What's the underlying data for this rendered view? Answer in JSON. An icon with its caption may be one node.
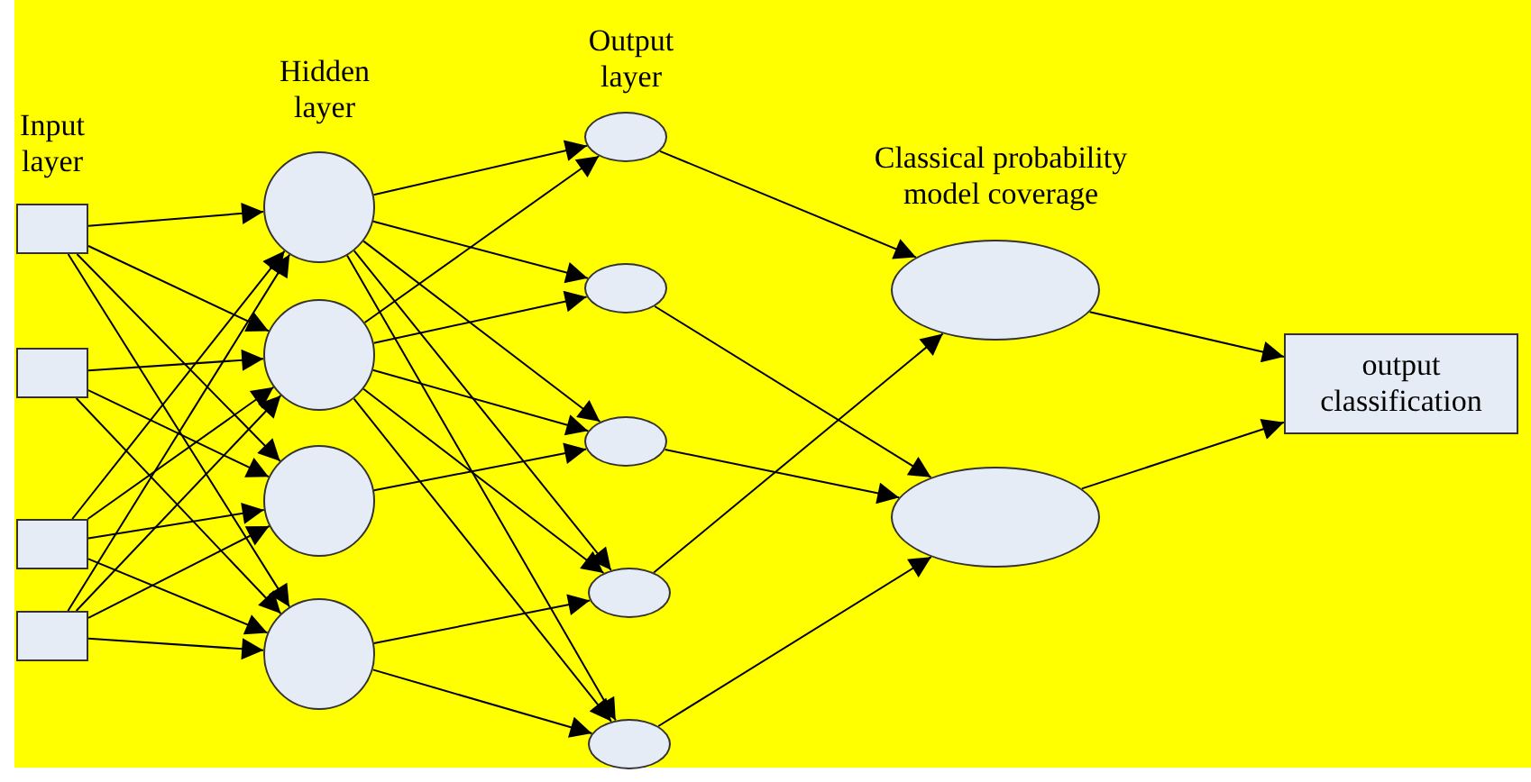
{
  "diagram": {
    "nodes": [
      {
        "text": [],
        "shape": "box"
      },
      {
        "text": [],
        "shape": "box"
      },
      {
        "text": [],
        "shape": "box"
      },
      {
        "text": [],
        "shape": "box"
      },
      {
        "text": [],
        "shape": "circle"
      },
      {
        "text": [],
        "shape": "circle"
      },
      {
        "text": [],
        "shape": "circle"
      },
      {
        "text": [],
        "shape": "circle"
      },
      {
        "text": [],
        "shape": "ellipse"
      },
      {
        "text": [],
        "shape": "ellipse"
      },
      {
        "text": [],
        "shape": "ellipse"
      },
      {
        "text": [],
        "shape": "ellipse"
      },
      {
        "text": [],
        "shape": "ellipse"
      },
      {
        "text": [],
        "shape": "ellipse"
      },
      {
        "text": [],
        "shape": "ellipse"
      },
      {
        "text": [
          "output classification"
        ]
      }
    ],
    "edges": [
      {
        "from": 0,
        "to": 4,
        "arrow": "to"
      },
      {
        "from": 0,
        "to": 5,
        "arrow": "to"
      },
      {
        "from": 0,
        "to": 6,
        "arrow": "to"
      },
      {
        "from": 0,
        "to": 7,
        "arrow": "to"
      },
      {
        "from": 1,
        "to": 5,
        "arrow": "to"
      },
      {
        "from": 1,
        "to": 6,
        "arrow": "to"
      },
      {
        "from": 1,
        "to": 7,
        "arrow": "to"
      },
      {
        "from": 2,
        "to": 4,
        "arrow": "to"
      },
      {
        "from": 2,
        "to": 5,
        "arrow": "to"
      },
      {
        "from": 2,
        "to": 6,
        "arrow": "to"
      },
      {
        "from": 2,
        "to": 7,
        "arrow": "to"
      },
      {
        "from": 3,
        "to": 4,
        "arrow": "to"
      },
      {
        "from": 3,
        "to": 5,
        "arrow": "to"
      },
      {
        "from": 3,
        "to": 6,
        "arrow": "to"
      },
      {
        "from": 3,
        "to": 7,
        "arrow": "to"
      },
      {
        "from": 4,
        "to": 8,
        "arrow": "to"
      },
      {
        "from": 4,
        "to": 9,
        "arrow": "to"
      },
      {
        "from": 4,
        "to": 10,
        "arrow": "to"
      },
      {
        "from": 4,
        "to": 11,
        "arrow": "to"
      },
      {
        "from": 4,
        "to": 12,
        "arrow": "to"
      },
      {
        "from": 5,
        "to": 8,
        "arrow": "to"
      },
      {
        "from": 5,
        "to": 9,
        "arrow": "to"
      },
      {
        "from": 5,
        "to": 10,
        "arrow": "to"
      },
      {
        "from": 5,
        "to": 11,
        "arrow": "to"
      },
      {
        "from": 5,
        "to": 12,
        "arrow": "to"
      },
      {
        "from": 6,
        "to": 10,
        "arrow": "to"
      },
      {
        "from": 7,
        "to": 11,
        "arrow": "to"
      },
      {
        "from": 7,
        "to": 12,
        "arrow": "to"
      },
      {
        "from": 8,
        "to": 13,
        "arrow": "to"
      },
      {
        "from": 9,
        "to": 14,
        "arrow": "to"
      },
      {
        "from": 10,
        "to": 14,
        "arrow": "to"
      },
      {
        "from": 11,
        "to": 13,
        "arrow": "to"
      },
      {
        "from": 12,
        "to": 14,
        "arrow": "to"
      },
      {
        "from": 13,
        "to": 15,
        "arrow": "to"
      },
      {
        "from": 14,
        "to": 15,
        "arrow": "to"
      }
    ],
    "labels": [
      "Input layer",
      "Hidden layer",
      "Output layer",
      "Classical probability model coverage"
    ]
  }
}
